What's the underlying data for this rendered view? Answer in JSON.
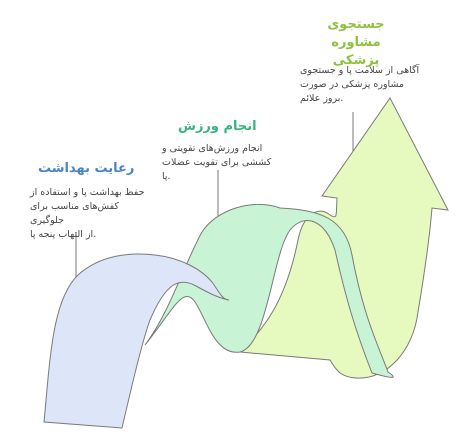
{
  "steps": [
    {
      "title": "رعایت بهداشت",
      "description": [
        "حفظ بهداشت پا و استفاده از",
        "کفش‌های مناسب برای جلوگیری",
        "از التهاب پنجه پا."
      ],
      "fill": "#dce6f8",
      "title_color": "#4a82c8"
    },
    {
      "title": "انجام ورزش",
      "description": [
        "انجام ورزش‌های تقویتی و",
        "کششی برای تقویت عضلات پا."
      ],
      "fill": "#c8f3d4",
      "title_color": "#37b67a"
    },
    {
      "title": "جستجوی مشاوره پزشکی",
      "title_lines": [
        "جستجوی مشاوره",
        "پزشکی"
      ],
      "description": [
        "آگاهی از سلامت پا و جستجوی",
        "مشاوره پزشکی در صورت",
        "بروز علائم."
      ],
      "fill": "#e6f9bf",
      "title_color": "#8cc23c"
    }
  ],
  "colors": {
    "stroke": "#7a7a7a",
    "text": "#444444"
  }
}
